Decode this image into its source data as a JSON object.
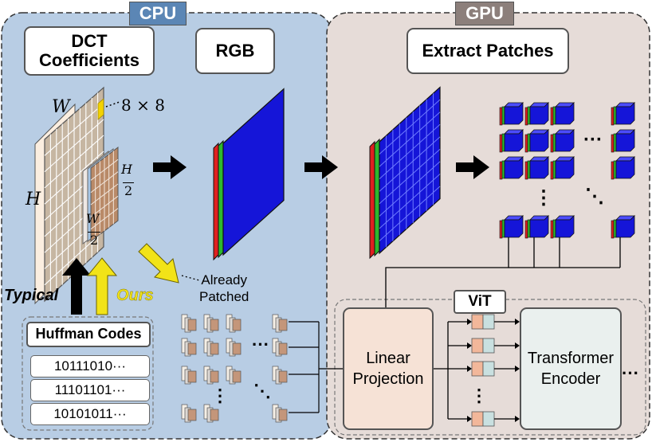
{
  "cpu": {
    "label": "CPU",
    "color": "#b8cde4",
    "tag_color": "#5b86b5"
  },
  "gpu": {
    "label": "GPU",
    "color": "#e6dcd8",
    "tag_color": "#8c7f7b"
  },
  "dct": {
    "title": "DCT\nCoefficients",
    "w": "W",
    "h": "H",
    "block": "8 × 8",
    "h2_num": "H",
    "h2_den": "2",
    "w2_num": "W",
    "w2_den": "2"
  },
  "rgb": {
    "title": "RGB"
  },
  "extract": {
    "title": "Extract Patches",
    "dots_row": "···",
    "dots_col": "⋮",
    "dots_diag": "⋱"
  },
  "arrows": {
    "typical": "Typical",
    "ours": "Ours",
    "already_patched": "Already\nPatched"
  },
  "huffman": {
    "title": "Huffman Codes",
    "codes": [
      "10111010···",
      "11101101···",
      "10101011···"
    ]
  },
  "vit": {
    "title": "ViT",
    "linear": "Linear\nProjection",
    "transformer": "Transformer\nEncoder",
    "trailing_dots": "···",
    "token_dots": "⋮"
  },
  "patched_dots": {
    "row": "···",
    "col": "⋮",
    "diag": "⋱"
  }
}
